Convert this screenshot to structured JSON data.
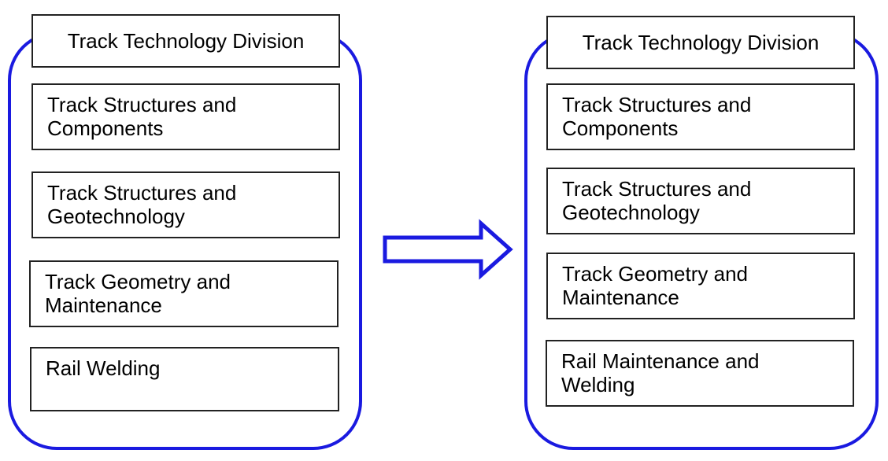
{
  "colors": {
    "frame_border": "#1a1ae0",
    "arrow_stroke": "#1a1ae0",
    "box_border": "#222222"
  },
  "left": {
    "title": "Track Technology Division",
    "boxes": [
      {
        "line1": "Track Structures and",
        "line2": "Components"
      },
      {
        "line1": "Track Structures and",
        "line2": "Geotechnology"
      },
      {
        "line1": "Track Geometry and",
        "line2": "Maintenance"
      },
      {
        "line1": "Rail Welding",
        "line2": ""
      }
    ]
  },
  "right": {
    "title": "Track Technology Division",
    "boxes": [
      {
        "line1": "Track Structures and",
        "line2": "Components"
      },
      {
        "line1": "Track Structures and",
        "line2": "Geotechnology"
      },
      {
        "line1": "Track Geometry and",
        "line2": "Maintenance"
      },
      {
        "line1": "Rail Maintenance and",
        "line2": "Welding"
      }
    ]
  },
  "arrow": {
    "icon": "right-arrow-icon"
  }
}
